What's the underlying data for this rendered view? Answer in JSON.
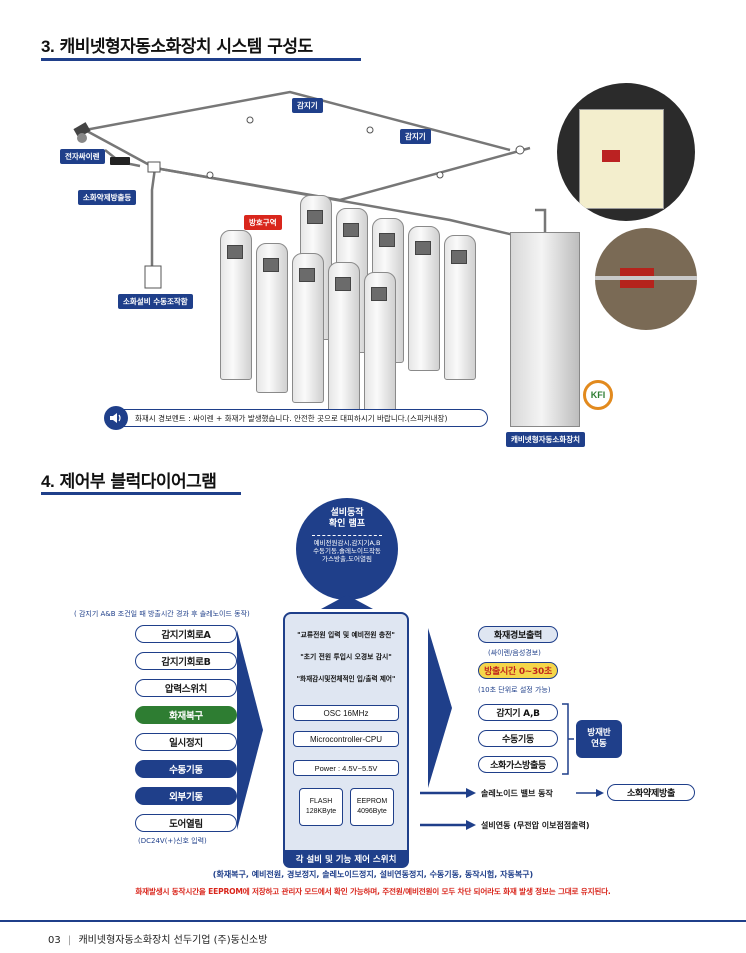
{
  "section3": {
    "number": "3.",
    "title": "캐비넷형자동소화장치 시스템 구성도",
    "labels": {
      "detector1": "감지기",
      "detector2": "감지기",
      "siren": "전자싸이렌",
      "discharge_light": "소화약제방출등",
      "protection_zone": "방호구역",
      "manual_switch": "소화설비 수동조작함",
      "device": "캐비넷형자동소화장치",
      "alarm_text": "화재시 경보멘트 : 싸이렌 + 화재가 발생했습니다. 안전한 곳으로 대피하시기 바랍니다.(스피커내장)",
      "kfi": "KFI"
    }
  },
  "section4": {
    "number": "4.",
    "title": "제어부 블럭다이어그램",
    "lamp_title": "설비동작\n확인 램프",
    "lamp_desc": "예비전원감시,감지기A,B\n수동기동,솔레노이드작동\n가스방출,도어열림",
    "input_note": "( 감지기 A&B 조건일 때 방출시간 경과 후 솔레노이드 동작)",
    "inputs": [
      {
        "label": "감지기회로A",
        "style": "out"
      },
      {
        "label": "감지기회로B",
        "style": "out"
      },
      {
        "label": "압력스위치",
        "style": "out"
      },
      {
        "label": "화재복구",
        "style": "green"
      },
      {
        "label": "일시정지",
        "style": "out"
      },
      {
        "label": "수동기동",
        "style": "blue"
      },
      {
        "label": "외부기동",
        "style": "blue"
      },
      {
        "label": "도어열림",
        "style": "out"
      }
    ],
    "input_footnote": "(DC24V(+)신호 입력)",
    "cpu_lines": [
      "\"교류전원 입력 및 예비전원 충전\"",
      "\"초기 전원 투입시 오경보 감시\"",
      "\"화재감시및전체적인 입/출력 제어\""
    ],
    "cpu_osc": "OSC 16MHz",
    "cpu_mcu": "Microcontroller-CPU",
    "cpu_power": "Power : 4.5V~5.5V",
    "flash": "FLASH\n128KByte",
    "eeprom": "EEPROM\n4096Byte",
    "cpu_footer": "각 설비 및 기능 제어 스위치",
    "outputs": {
      "fire_alarm": "화재경보출력",
      "fire_alarm_sub": "(싸이렌/음성경보)",
      "discharge_time": "방출시간 0~30초",
      "discharge_time_sub": "(10초 단위로 설정 가능)",
      "det_ab": "감지기 A,B",
      "manual": "수동기동",
      "gas_light": "소화가스방출등",
      "group_label": "방재반\n연동",
      "solenoid": "솔레노이드 밸브 동작",
      "agent_discharge": "소화약제방출",
      "facility_link": "설비연동 (무전압 이보점점출력)"
    },
    "switch_list": "(화재복구, 예비전원, 경보정지, 솔레노이드정지, 설비연동정지, 수동기동, 동작시험, 자동복구)",
    "warning": "화재발생시 동작시간을 EEPROM에 저장하고 관리자 모드에서 확인 가능하며, 주전원/예비전원이 모두 차단 되어라도 화재 발생 정보는 그대로 유지된다."
  },
  "footer": {
    "page": "03",
    "text": "캐비넷형자동소화장치 선두기업 (주)동신소방"
  },
  "colors": {
    "navy": "#1f3f8a",
    "red": "#d9261c",
    "green": "#2e7d32"
  }
}
